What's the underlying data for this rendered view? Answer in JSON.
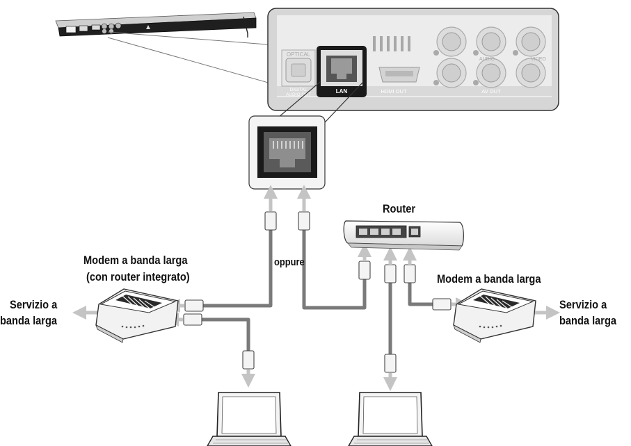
{
  "panel": {
    "optical_label": "OPTICAL",
    "digital_audio_out_line1": "DIGITAL",
    "digital_audio_out_line2": "AUDIO OUT",
    "lan_label": "LAN",
    "hdmi_out_label": "HDMI OUT",
    "audio_label": "AUDIO",
    "video_label": "VIDEO",
    "av_out_label": "AV OUT"
  },
  "labels": {
    "router": "Router",
    "oppure": "oppure",
    "modem_router_line1": "Modem a banda larga",
    "modem_router_line2": "(con router integrato)",
    "modem_right": "Modem a banda larga",
    "service_left_line1": "Servizio a",
    "service_left_line2": "banda larga",
    "service_right_line1": "Servizio a",
    "service_right_line2": "banda larga"
  },
  "colors": {
    "cable": "#7a7a7a",
    "arrow": "#c4c4c4",
    "panel": "#e8e8e8",
    "device_dark": "#2a2a2a"
  }
}
